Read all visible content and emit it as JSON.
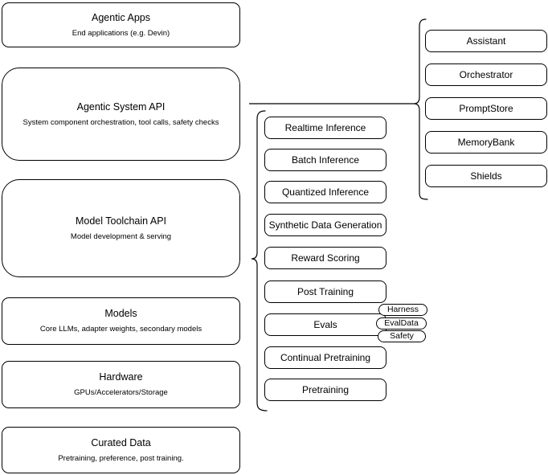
{
  "diagram": {
    "left_stack": [
      {
        "title": "Agentic Apps",
        "subtitle": "End applications (e.g. Devin)"
      },
      {
        "title": "Agentic System API",
        "subtitle": "System component orchestration, tool calls, safety checks"
      },
      {
        "title": "Model Toolchain API",
        "subtitle": "Model development & serving"
      },
      {
        "title": "Models",
        "subtitle": "Core LLMs, adapter weights, secondary models"
      },
      {
        "title": "Hardware",
        "subtitle": "GPUs/Accelerators/Storage"
      },
      {
        "title": "Curated Data",
        "subtitle": "Pretraining, preference, post training."
      }
    ],
    "toolchain_services": [
      {
        "label": "Realtime Inference"
      },
      {
        "label": "Batch Inference"
      },
      {
        "label": "Quantized Inference"
      },
      {
        "label": "Synthetic Data Generation"
      },
      {
        "label": "Reward Scoring"
      },
      {
        "label": "Post Training"
      },
      {
        "label": "Evals"
      },
      {
        "label": "Continual Pretraining"
      },
      {
        "label": "Pretraining"
      }
    ],
    "eval_tags": [
      {
        "label": "Harness"
      },
      {
        "label": "EvalData"
      },
      {
        "label": "Safety"
      }
    ],
    "system_components": [
      {
        "label": "Assistant"
      },
      {
        "label": "Orchestrator"
      },
      {
        "label": "PromptStore"
      },
      {
        "label": "MemoryBank"
      },
      {
        "label": "Shields"
      }
    ],
    "colors": {
      "stroke": "#000000",
      "fill": "#ffffff",
      "text": "#000000"
    }
  }
}
